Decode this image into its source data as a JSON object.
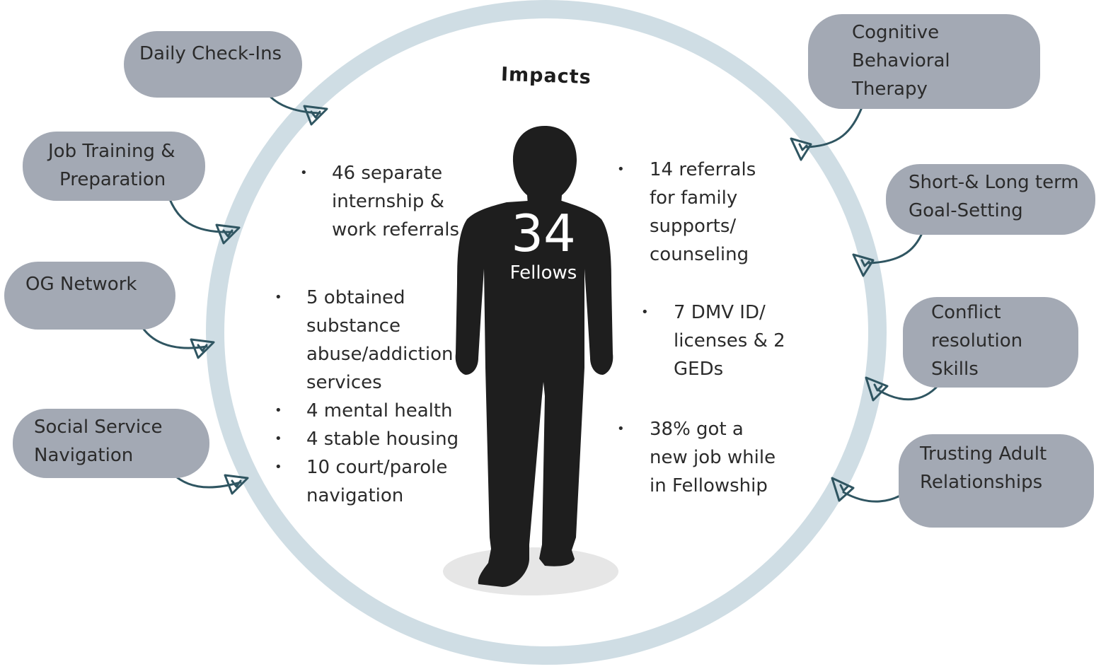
{
  "title": "Impacts",
  "center": {
    "count": "34",
    "label": "Fellows"
  },
  "left_supports": [
    {
      "lines": [
        "Daily Check-Ins"
      ]
    },
    {
      "lines": [
        "Job Training &",
        "Preparation"
      ]
    },
    {
      "lines": [
        "OG Network"
      ]
    },
    {
      "lines": [
        "Social Service",
        "Navigation"
      ]
    }
  ],
  "right_supports": [
    {
      "lines": [
        "Cognitive",
        "Behavioral",
        "Therapy"
      ]
    },
    {
      "lines": [
        "Short-& Long term",
        "Goal-Setting"
      ]
    },
    {
      "lines": [
        "Conflict",
        "resolution",
        "Skills"
      ]
    },
    {
      "lines": [
        "Trusting Adult",
        "Relationships"
      ]
    }
  ],
  "left_impacts": [
    {
      "lines": [
        "46 separate",
        "internship &",
        "work referrals"
      ]
    },
    {
      "lines": [
        "5 obtained",
        "substance",
        "abuse/addiction",
        "services"
      ]
    },
    {
      "lines": [
        "4 mental health"
      ]
    },
    {
      "lines": [
        "4 stable housing"
      ]
    },
    {
      "lines": [
        "10 court/parole",
        "navigation"
      ]
    }
  ],
  "right_impacts": [
    {
      "lines": [
        "14 referrals",
        "for family",
        "supports/",
        "counseling"
      ]
    },
    {
      "lines": [
        "7 DMV ID/",
        "licenses & 2",
        "GEDs"
      ]
    },
    {
      "lines": [
        "38% got a",
        "new job while",
        "in Fellowship"
      ]
    }
  ],
  "colors": {
    "ring": "#cfdde4",
    "pill": "#a3a9b4",
    "arrow": "#2f5561",
    "silhouette": "#1e1e1e",
    "shadow": "#e6e6e6",
    "text": "#2b2b2b"
  }
}
